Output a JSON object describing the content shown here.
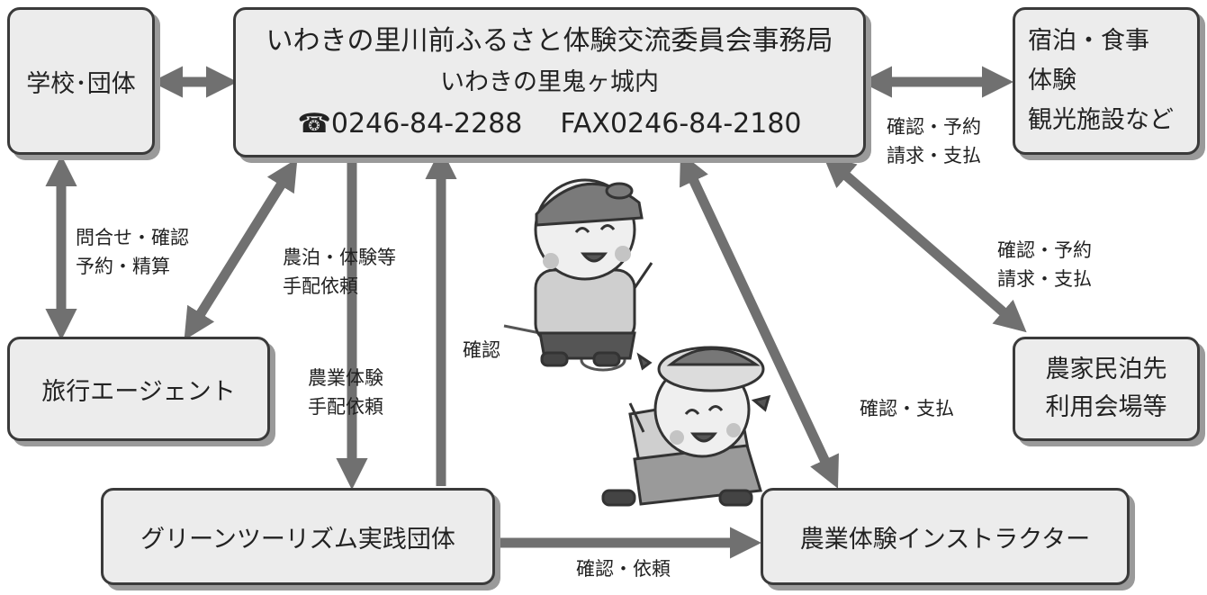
{
  "boxes": {
    "central": {
      "line1": "いわきの里川前ふるさと体験交流委員会事務局",
      "line2": "いわきの里鬼ヶ城内",
      "tel": "☎0246-84-2288",
      "fax": "FAX0246-84-2180"
    },
    "school": "学校･団体",
    "lodging": [
      "宿泊・食事",
      "体験",
      "観光施設など"
    ],
    "travel_agent": "旅行エージェント",
    "farm_lodging": [
      "農家民泊先",
      "利用会場等"
    ],
    "green_tourism": "グリーンツーリズム実践団体",
    "instructor": "農業体験インストラクター"
  },
  "labels": {
    "inquiry": [
      "問合せ・確認",
      "予約・精算"
    ],
    "farm_stay_request": [
      "農泊・体験等",
      "手配依頼"
    ],
    "farm_exp_request": [
      "農業体験",
      "手配依頼"
    ],
    "confirm": "確認",
    "lodging_link": [
      "確認・予約",
      "請求・支払"
    ],
    "farm_link": [
      "確認・予約",
      "請求・支払"
    ],
    "confirm_pay": "確認・支払",
    "confirm_request": "確認・依頼"
  }
}
